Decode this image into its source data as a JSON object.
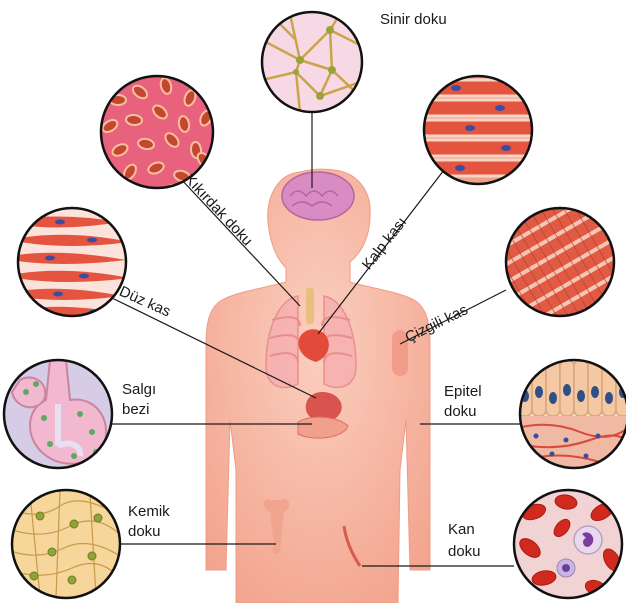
{
  "labels": {
    "sinir": "Sinir doku",
    "kikirdak": "Kıkırdak doku",
    "kalp": "Kalp kası",
    "duz": "Düz kas",
    "cizgili": "Çizgili kas",
    "salgi_1": "Salgı",
    "salgi_2": "bezi",
    "epitel_1": "Epitel",
    "epitel_2": "doku",
    "kemik_1": "Kemik",
    "kemik_2": "doku",
    "kan_1": "Kan",
    "kan_2": "doku"
  },
  "colors": {
    "body": "#f7b9a6",
    "body_edge": "#ee9c86",
    "brain": "#d98cc4",
    "heart": "#e24a3a",
    "lungs": "#f5a9a9",
    "leader_line": "#1a1a1a",
    "circle_border": "#111111"
  }
}
